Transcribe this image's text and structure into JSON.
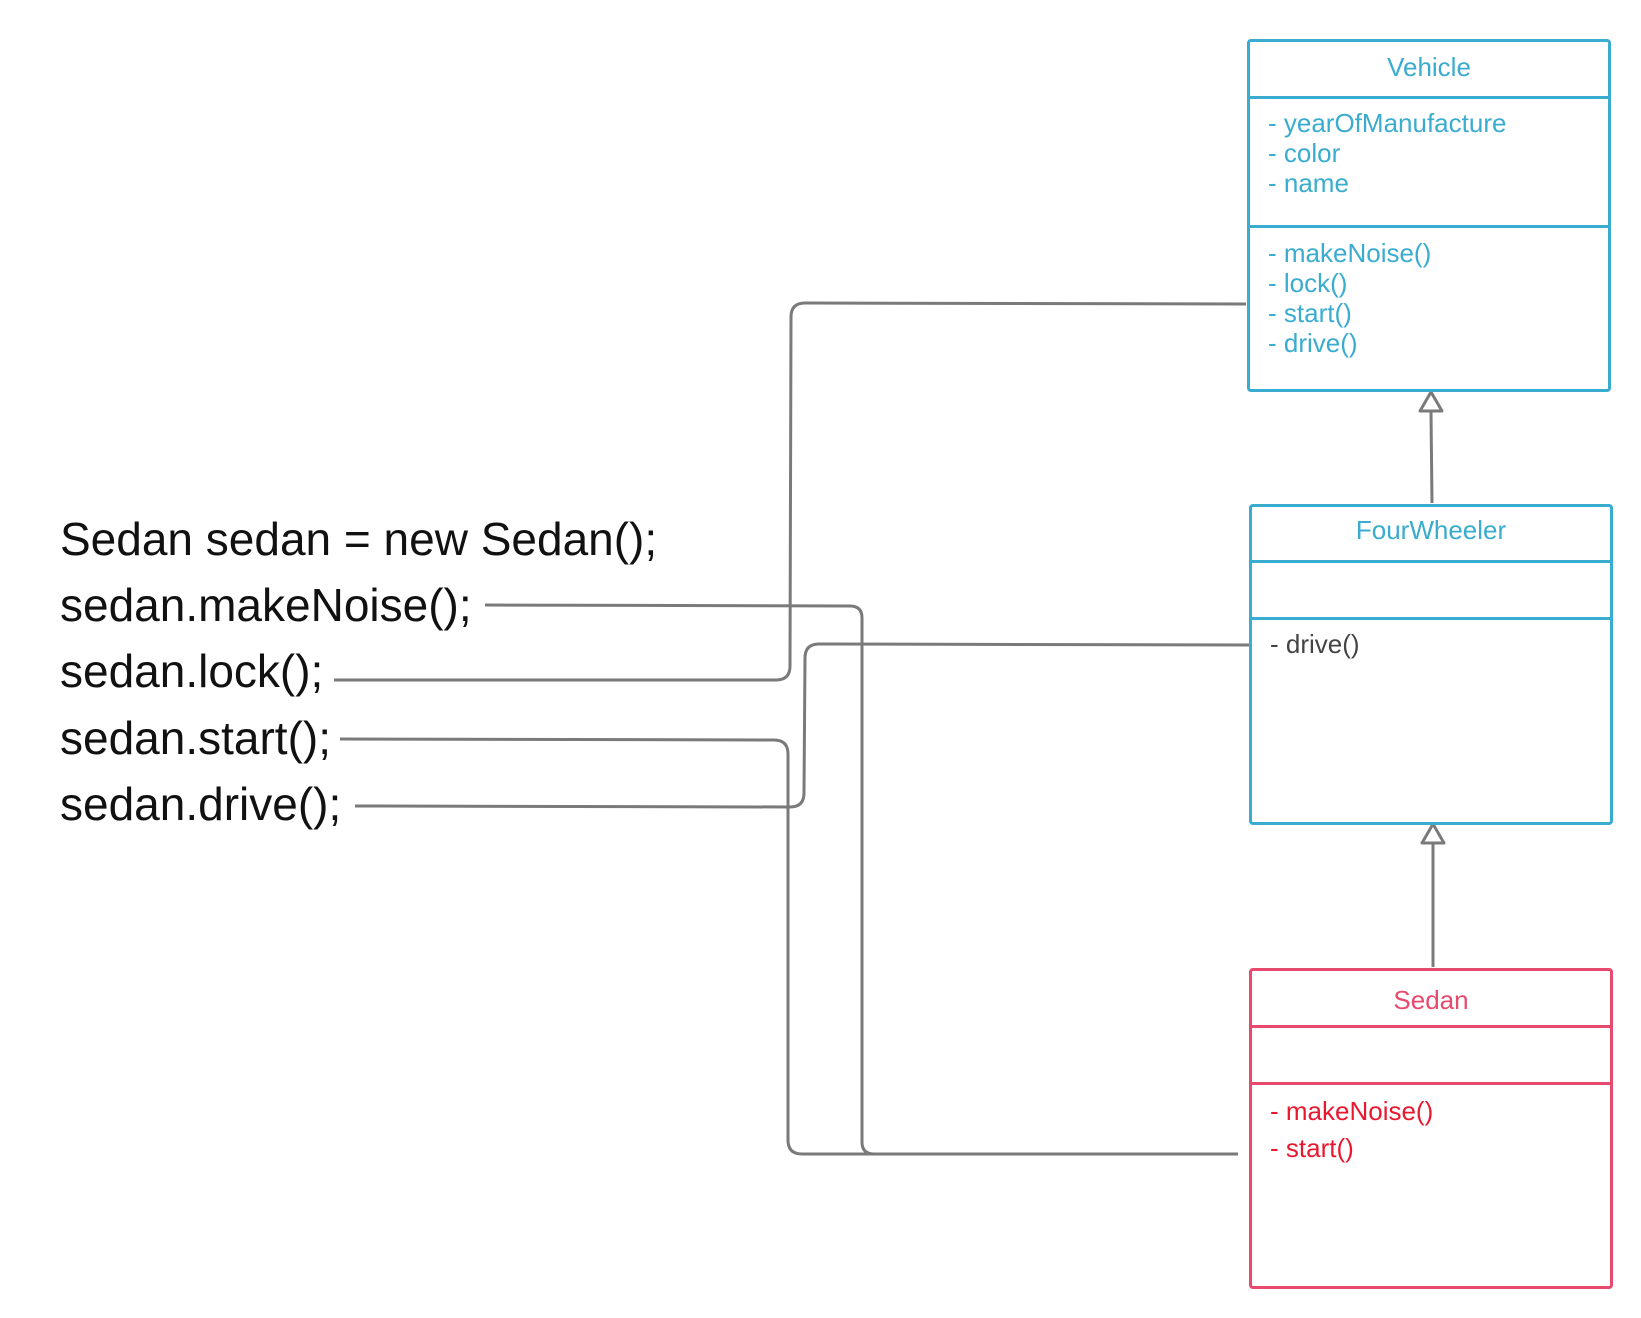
{
  "code": {
    "lines": [
      "Sedan sedan = new Sedan();",
      "sedan.makeNoise();",
      "sedan.lock();",
      "sedan.start();",
      "sedan.drive();"
    ]
  },
  "classes": {
    "vehicle": {
      "name": "Vehicle",
      "attributes": [
        "- yearOfManufacture",
        "- color",
        "- name"
      ],
      "methods": [
        "- makeNoise()",
        "- lock()",
        "- start()",
        "- drive()"
      ]
    },
    "fourwheeler": {
      "name": "FourWheeler",
      "attributes": [],
      "methods": [
        "- drive()"
      ]
    },
    "sedan": {
      "name": "Sedan",
      "attributes": [],
      "methods": [
        "- makeNoise()",
        "- start()"
      ]
    }
  },
  "colors": {
    "vehicle_text": "#3aaccf",
    "vehicle_border": "#3aaccf",
    "fourwheeler_method_text": "#444444",
    "sedan_border": "#e84a6e",
    "sedan_title": "#e84a6e",
    "sedan_method_text": "#e8192f",
    "connector": "#7a7a7a",
    "code_text": "#111111"
  }
}
